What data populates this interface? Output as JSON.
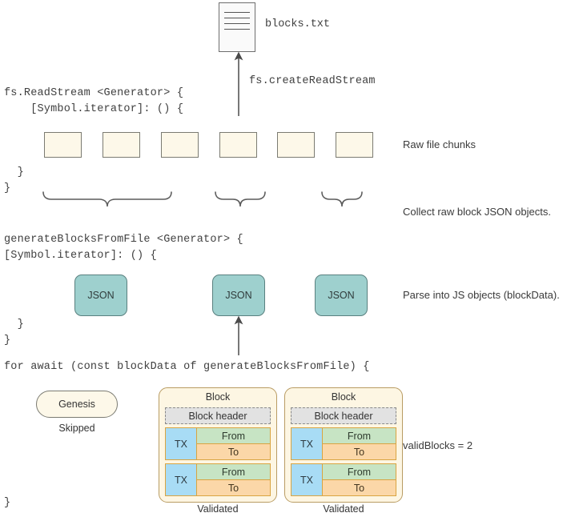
{
  "diagram": {
    "title_file": "blocks.txt",
    "file_icon_name": "text-file-icon",
    "arrows": [
      {
        "name": "create-read-stream-arrow",
        "label": "fs.createReadStream"
      },
      {
        "name": "json-source-arrow",
        "label": ""
      },
      {
        "name": "for-await-arrow",
        "label": ""
      }
    ],
    "code_lines": {
      "readstream_open_1": "fs.ReadStream <Generator> {",
      "readstream_open_2": "    [Symbol.iterator]: () {",
      "readstream_close_1": "  }",
      "readstream_close_2": "}",
      "generator_open_1": "generateBlocksFromFile <Generator> {",
      "generator_open_2": "[Symbol.iterator]: () {",
      "generator_close_1": "  }",
      "generator_close_2": "}",
      "for_await_open": "for await (const blockData of generateBlocksFromFile) {",
      "for_await_close": "}"
    },
    "stream_label": "fs.createReadStream",
    "chunks": {
      "name": "raw-file-chunks",
      "count": 6,
      "label": "Raw file chunks",
      "items": [
        "chunk-1",
        "chunk-2",
        "chunk-3",
        "chunk-4",
        "chunk-5",
        "chunk-6"
      ]
    },
    "braces": {
      "label": "Collect raw block JSON objects.",
      "items": [
        {
          "name": "brace-group-1",
          "spans_chunks": 3
        },
        {
          "name": "brace-group-2",
          "spans_chunks": 2
        },
        {
          "name": "brace-group-3",
          "spans_chunks": 1
        }
      ]
    },
    "json_objects": {
      "label": "Parse into JS objects (blockData).",
      "items": [
        {
          "name": "json-object-1",
          "text": "JSON"
        },
        {
          "name": "json-object-2",
          "text": "JSON"
        },
        {
          "name": "json-object-3",
          "text": "JSON"
        }
      ]
    },
    "genesis": {
      "name": "genesis-block",
      "text": "Genesis",
      "caption": "Skipped"
    },
    "blocks": [
      {
        "name": "block-card-1",
        "title": "Block",
        "header": "Block header",
        "caption": "Validated",
        "transactions": [
          {
            "tx": "TX",
            "from": "From",
            "to": "To"
          },
          {
            "tx": "TX",
            "from": "From",
            "to": "To"
          }
        ]
      },
      {
        "name": "block-card-2",
        "title": "Block",
        "header": "Block header",
        "caption": "Validated",
        "transactions": [
          {
            "tx": "TX",
            "from": "From",
            "to": "To"
          },
          {
            "tx": "TX",
            "from": "From",
            "to": "To"
          }
        ]
      }
    ],
    "valid_blocks_label": "validBlocks = 2",
    "colors": {
      "chunk_fill": "#fdf8e9",
      "chunk_stroke": "#7b7b72",
      "json_fill": "#9ed0ce",
      "json_stroke": "#59807f",
      "block_fill": "#fdf6e3",
      "block_stroke": "#b99c63",
      "header_fill": "#e2e2e2",
      "header_stroke": "#8a8a8a",
      "tx_fill": "#a8dcf5",
      "from_fill": "#c7e4c4",
      "to_fill": "#fbd7a8",
      "cell_stroke": "#d9a441",
      "text": "#3a3a3a",
      "arrow": "#4a4a4a"
    }
  }
}
